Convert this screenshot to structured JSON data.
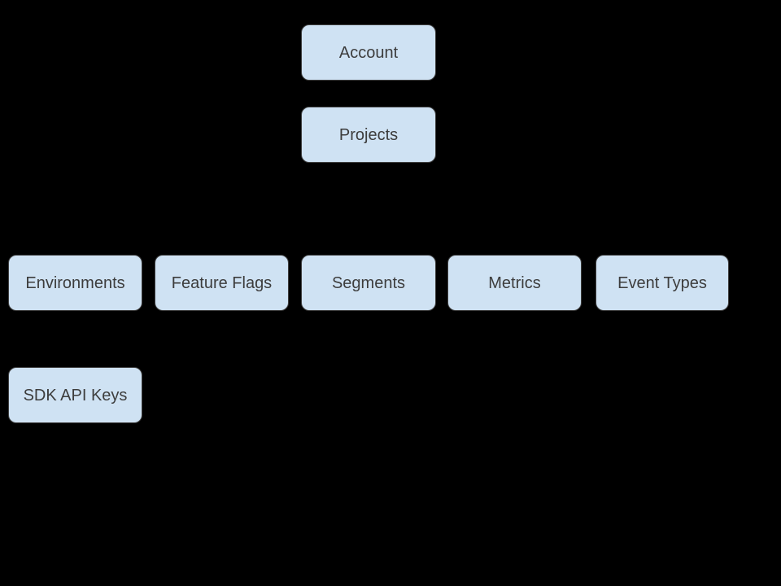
{
  "diagram": {
    "background_color": "#000000",
    "node_fill_color": "#cfe2f3",
    "node_text_color": "#3d3d3d",
    "nodes": [
      {
        "id": "account",
        "label": "Account"
      },
      {
        "id": "projects",
        "label": "Projects"
      },
      {
        "id": "environments",
        "label": "Environments"
      },
      {
        "id": "feature-flags",
        "label": "Feature Flags"
      },
      {
        "id": "segments",
        "label": "Segments"
      },
      {
        "id": "metrics",
        "label": "Metrics"
      },
      {
        "id": "event-types",
        "label": "Event Types"
      },
      {
        "id": "sdk-api-keys",
        "label": "SDK API Keys"
      }
    ]
  }
}
